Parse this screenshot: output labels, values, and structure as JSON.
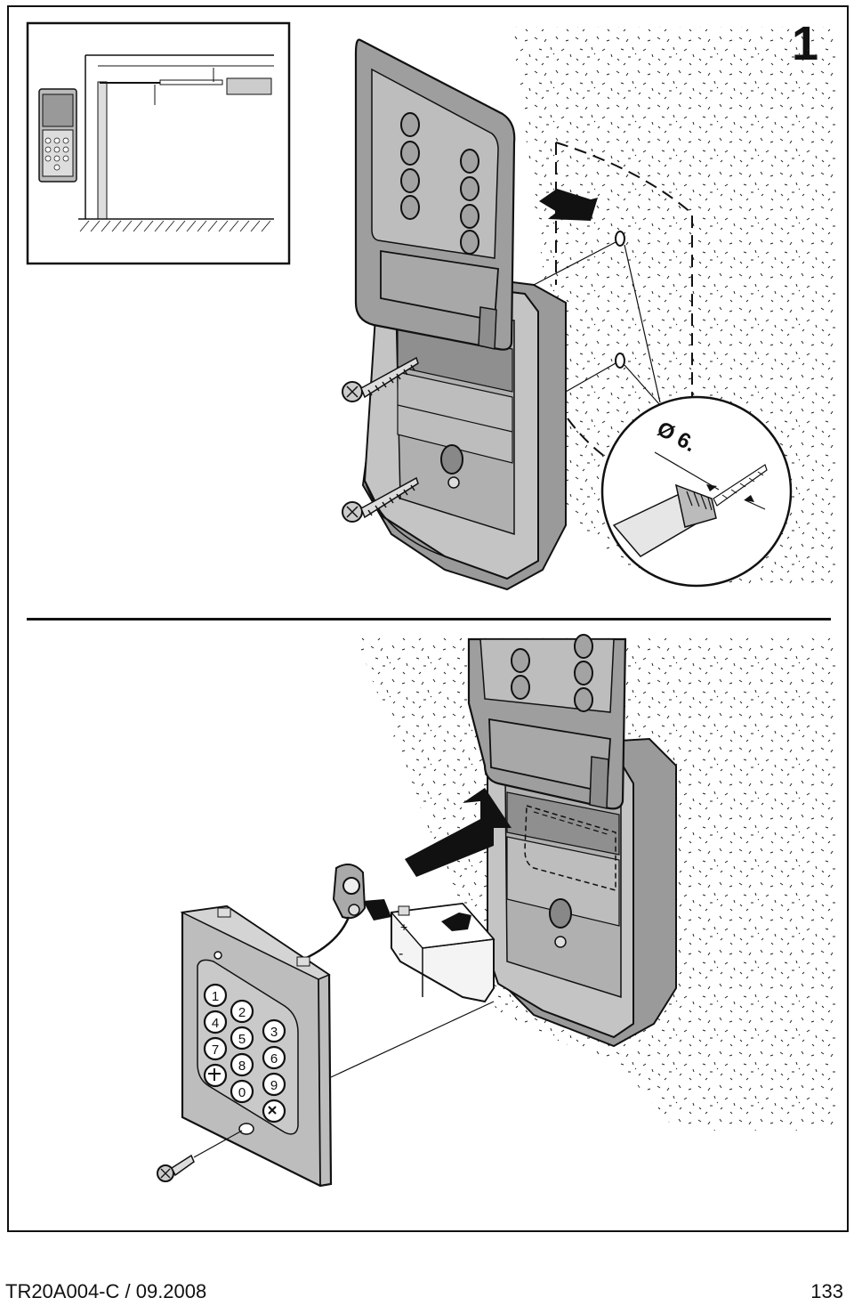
{
  "page": {
    "step_number": "1",
    "doc_code": "TR20A004-C / 09.2008",
    "page_number": "133"
  },
  "drill_callout": {
    "diameter_label": "Ø 6."
  },
  "keypad": {
    "keys": [
      "1",
      "2",
      "3",
      "4",
      "5",
      "6",
      "7",
      "8",
      "9",
      "0"
    ]
  },
  "battery": {
    "plus": "+",
    "minus": "-"
  },
  "colors": {
    "housing_gray": "#b3b3b3",
    "housing_dark": "#8c8c8c",
    "line": "#111111",
    "arrow_black": "#111111"
  },
  "icons": [
    "screw-icon",
    "drill-icon",
    "arrow-icon",
    "battery-icon",
    "keypad-icon",
    "garage-door-icon"
  ]
}
